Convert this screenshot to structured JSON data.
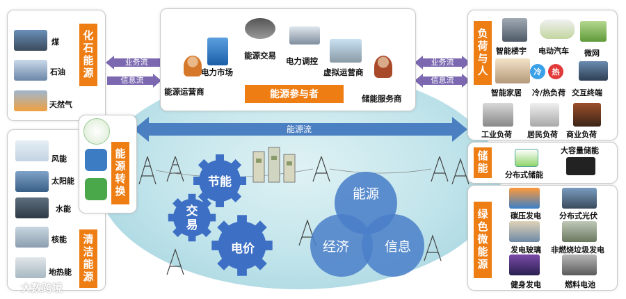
{
  "left_top": {
    "title": "化石能源",
    "items": [
      {
        "label": "煤",
        "icon": "coal-icon"
      },
      {
        "label": "石油",
        "icon": "oil-icon"
      },
      {
        "label": "天然气",
        "icon": "natural-gas-icon"
      }
    ]
  },
  "left_bottom": {
    "title": "清洁能源",
    "items": [
      {
        "label": "风能",
        "icon": "wind-icon"
      },
      {
        "label": "太阳能",
        "icon": "solar-icon"
      },
      {
        "label": "水能",
        "icon": "hydro-icon"
      },
      {
        "label": "核能",
        "icon": "nuclear-icon"
      },
      {
        "label": "地热能",
        "icon": "geothermal-icon"
      }
    ]
  },
  "conversion": {
    "title": "能源转换"
  },
  "flows": {
    "business": "业务流",
    "information": "信息流",
    "energy": "能源流"
  },
  "participants": {
    "title": "能源参与者",
    "items": [
      "能源运营商",
      "电力市场",
      "能源交易",
      "电力调控",
      "虚拟运营商",
      "储能服务商"
    ]
  },
  "right_load": {
    "title": "负荷与人",
    "items": [
      "智能楼宇",
      "电动汽车",
      "微网",
      "智能家居",
      "冷/热负荷",
      "交互终端",
      "工业负荷",
      "居民负荷",
      "商业负荷"
    ],
    "cold": "冷",
    "hot": "热"
  },
  "right_storage": {
    "title": "储能",
    "items": [
      "分布式储能",
      "大容量储能"
    ]
  },
  "right_green": {
    "title": "绿色微能源",
    "items": [
      "碳压发电",
      "分布式光伏",
      "发电玻璃",
      "非燃烧垃圾发电",
      "健身发电",
      "燃料电池"
    ]
  },
  "gears": [
    "节能",
    "交易",
    "电价"
  ],
  "circles": [
    "能源",
    "经济",
    "信息"
  ],
  "watermark": "大数跨境",
  "colors": {
    "orange": "#ee7d14",
    "purple": "#7b68b0",
    "blue_arrow": "#4a7fc1",
    "gear": "#3d6fc4",
    "circle": "#4a7fc9"
  }
}
